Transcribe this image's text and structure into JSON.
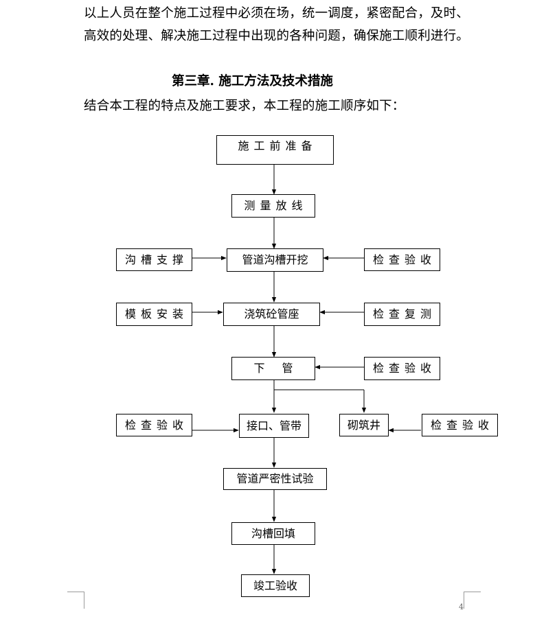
{
  "paragraph": {
    "line1": "以上人员在整个施工过程中必须在场，统一调度，紧密配合，及时、",
    "line2": "高效的处理、解决施工过程中出现的各种问题，确保施工顺利进行。"
  },
  "chapter_heading": "第三章. 施工方法及技术措施",
  "intro": "结合本工程的特点及施工要求，本工程的施工顺序如下：",
  "flowchart": {
    "prep": "施工前准备",
    "survey": "测量放线",
    "trench_dig": "管道沟槽开挖",
    "trench_support": "沟槽支撑",
    "check_accept_1": "检查验收",
    "formwork": "模板安装",
    "pour_base": "浇筑砼管座",
    "check_resurvey": "检查复测",
    "lay_pipe": "下 管",
    "check_accept_2": "检查验收",
    "check_accept_3": "检查验收",
    "joint_band": "接口、管带",
    "masonry_well": "砌筑井",
    "check_accept_4": "检查验收",
    "tightness_test": "管道严密性试验",
    "backfill": "沟槽回填",
    "completion": "竣工验收"
  },
  "page_number": "4"
}
